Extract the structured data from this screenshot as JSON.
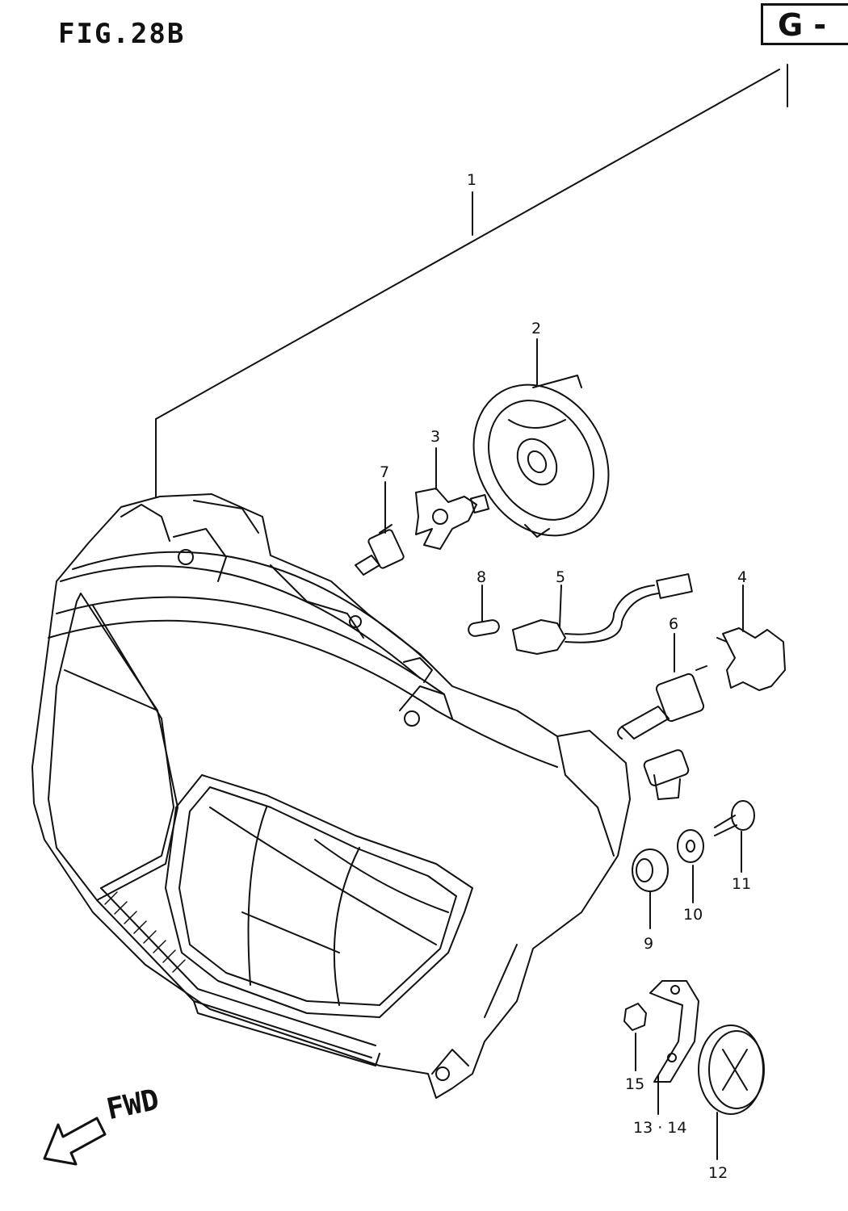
{
  "figure": {
    "label": "FIG.28B",
    "section_code": "G -"
  },
  "direction": {
    "label": "FWD"
  },
  "callouts": [
    {
      "id": "c1",
      "text": "1"
    },
    {
      "id": "c2",
      "text": "2"
    },
    {
      "id": "c3",
      "text": "3"
    },
    {
      "id": "c4",
      "text": "4"
    },
    {
      "id": "c5",
      "text": "5"
    },
    {
      "id": "c6",
      "text": "6"
    },
    {
      "id": "c7",
      "text": "7"
    },
    {
      "id": "c8",
      "text": "8"
    },
    {
      "id": "c9",
      "text": "9"
    },
    {
      "id": "c10",
      "text": "10"
    },
    {
      "id": "c11",
      "text": "11"
    },
    {
      "id": "c12",
      "text": "12"
    },
    {
      "id": "c13",
      "text": "13 · 14"
    },
    {
      "id": "c15",
      "text": "15"
    }
  ]
}
